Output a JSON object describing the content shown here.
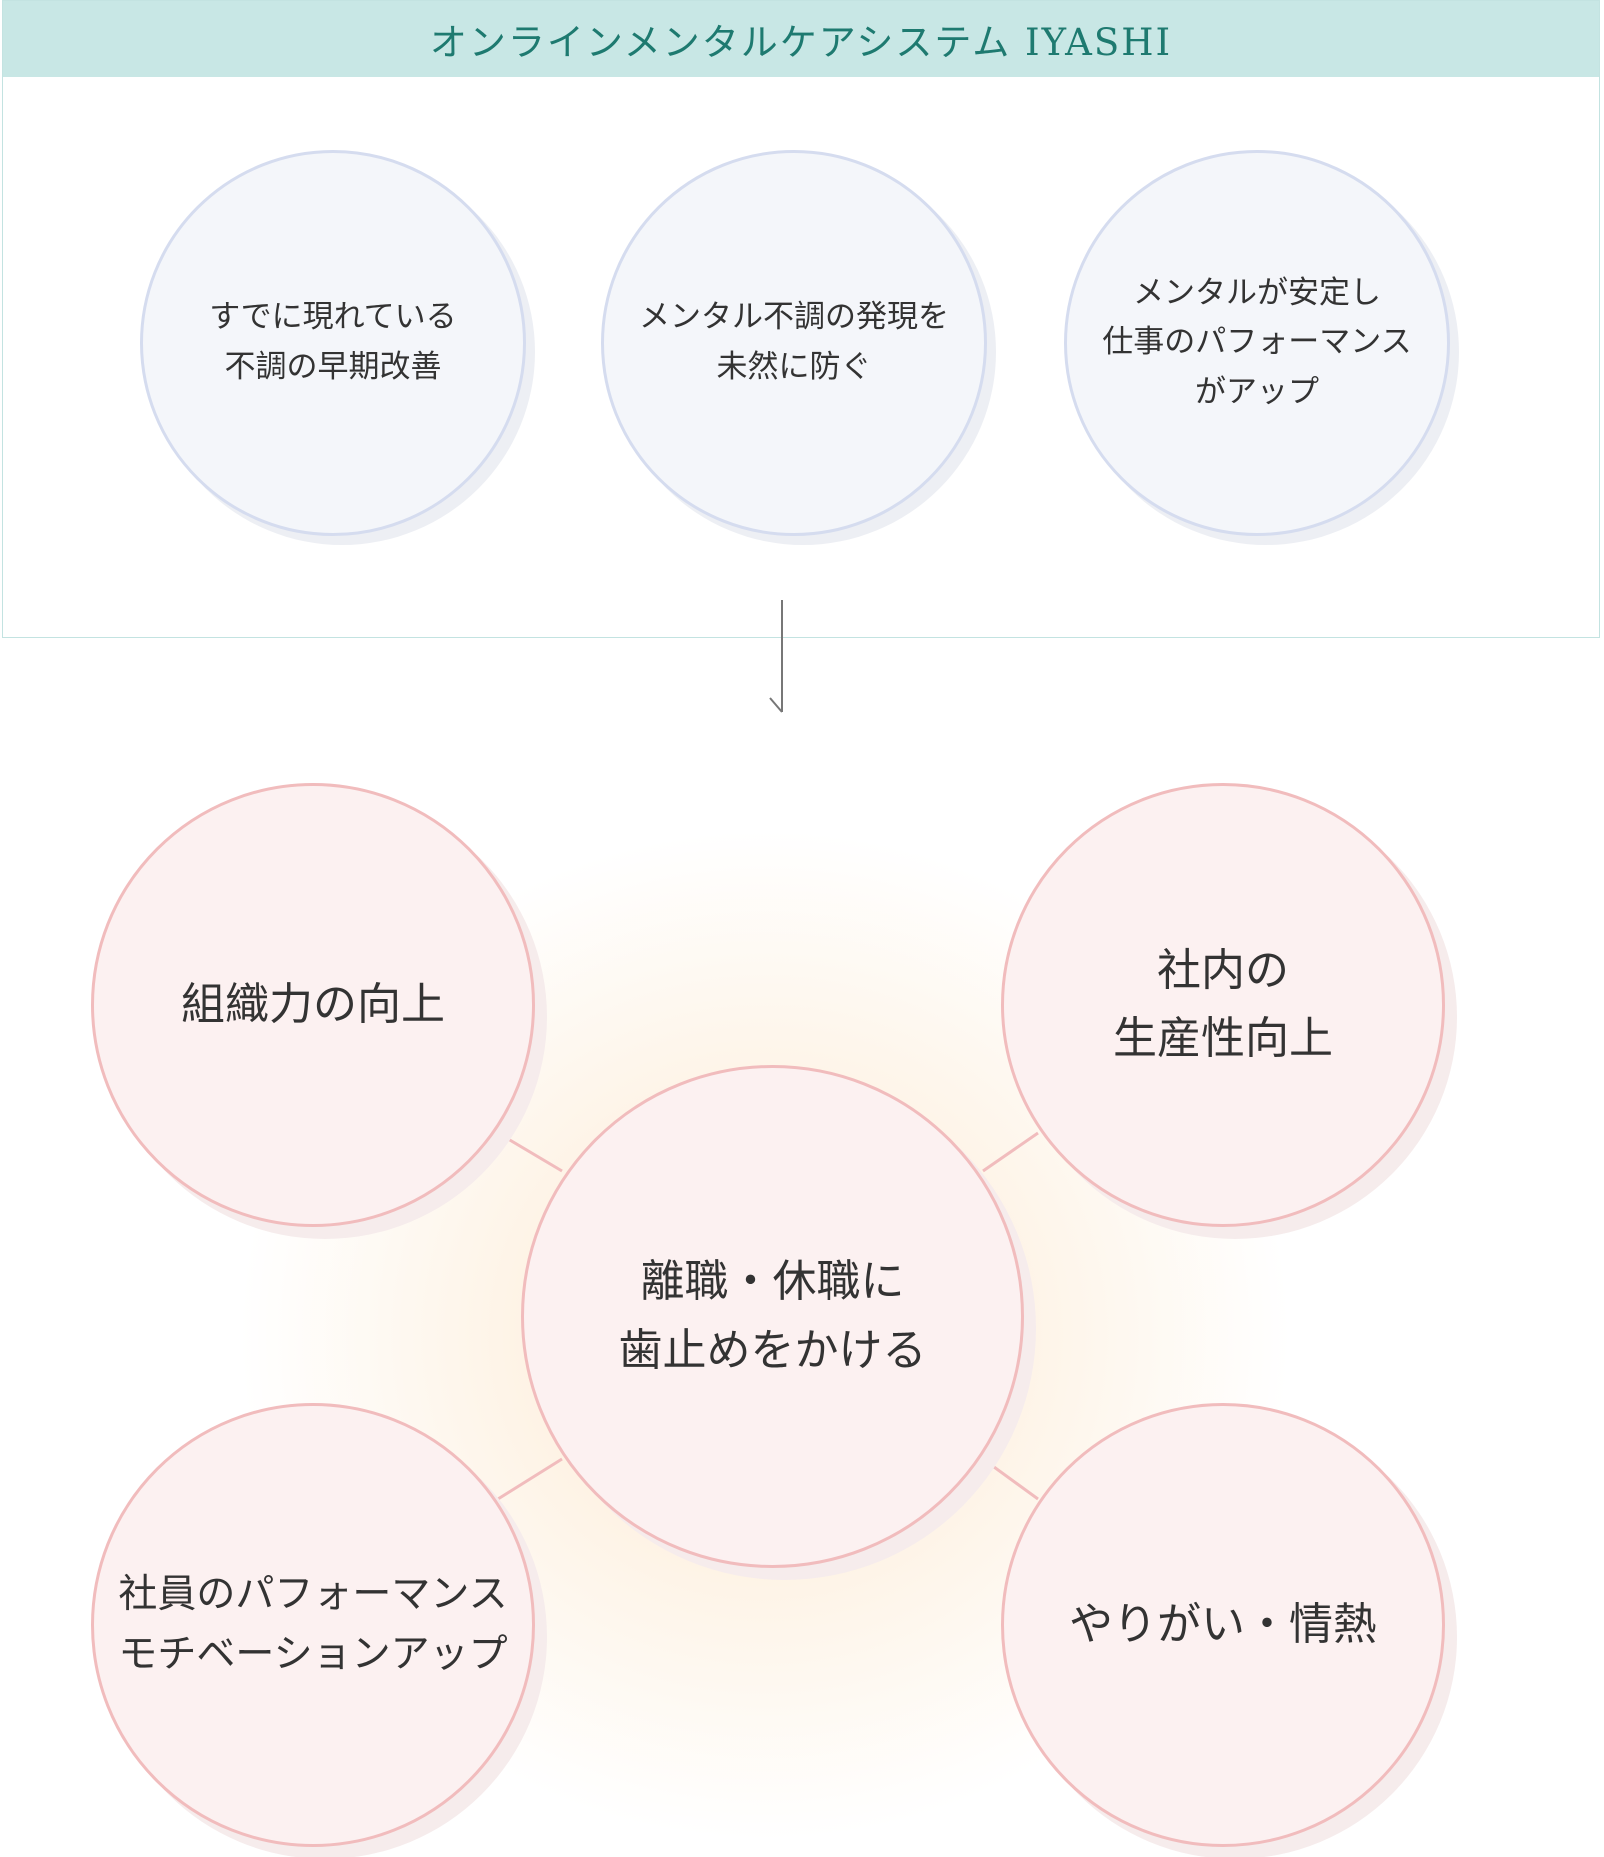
{
  "header": {
    "title": "オンラインメンタルケアシステム IYASHI"
  },
  "benefits": [
    {
      "text": "すでに現れている\n不調の早期改善"
    },
    {
      "text": "メンタル不調の発現を\n未然に防ぐ"
    },
    {
      "text": "メンタルが安定し\n仕事のパフォーマンス\nがアップ"
    }
  ],
  "outcomes": {
    "center": "離職・休職に\n歯止めをかける",
    "top_left": "組織力の向上",
    "top_right": "社内の\n生産性向上",
    "bottom_left": "社員のパフォーマンス\nモチベーションアップ",
    "bottom_right": "やりがい・情熱"
  },
  "colors": {
    "header_bg": "#c8e7e5",
    "header_text": "#1e7a70",
    "benefit_fill": "#f4f6fa",
    "benefit_border": "#d5dcef",
    "outcome_fill": "#fcf1f1",
    "outcome_border": "#f1bcbd",
    "glow": "#fde0be"
  }
}
